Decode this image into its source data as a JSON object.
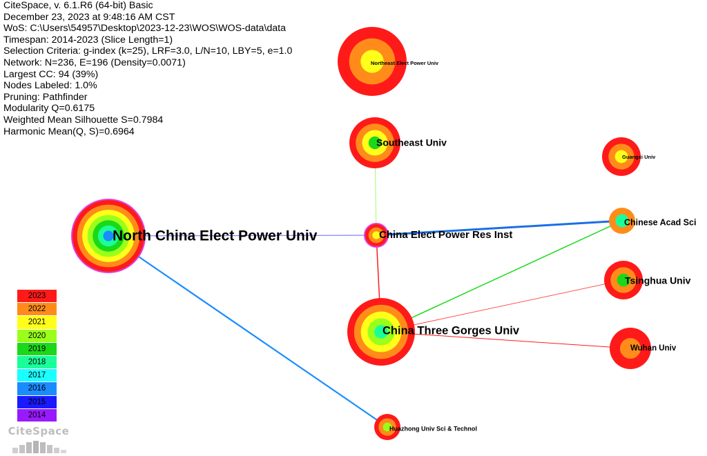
{
  "info_lines": [
    "CiteSpace, v. 6.1.R6 (64-bit) Basic",
    "December 23, 2023 at 9:48:16 AM CST",
    "WoS: C:\\Users\\54957\\Desktop\\2023-12-23\\WOS\\WOS-data\\data",
    "Timespan: 2014-2023 (Slice Length=1)",
    "Selection Criteria: g-index (k=25), LRF=3.0, L/N=10, LBY=5, e=1.0",
    "Network: N=236, E=196 (Density=0.0071)",
    "Largest CC: 94 (39%)",
    "Nodes Labeled: 1.0%",
    "Pruning: Pathfinder",
    "Modularity Q=0.6175",
    "Weighted Mean Silhouette S=0.7984",
    "Harmonic Mean(Q, S)=0.6964"
  ],
  "legend": [
    {
      "year": "2023",
      "color": "#ff1a1a"
    },
    {
      "year": "2022",
      "color": "#ff8c1a"
    },
    {
      "year": "2021",
      "color": "#ffff1a"
    },
    {
      "year": "2020",
      "color": "#9aff1a"
    },
    {
      "year": "2019",
      "color": "#1ad91a"
    },
    {
      "year": "2018",
      "color": "#1aff9a"
    },
    {
      "year": "2017",
      "color": "#1affff"
    },
    {
      "year": "2016",
      "color": "#1a8cff"
    },
    {
      "year": "2015",
      "color": "#1a1aff"
    },
    {
      "year": "2014",
      "color": "#9a1aff"
    }
  ],
  "logo_text": "CiteSpace",
  "nodes": [
    {
      "id": "ncepu",
      "label": "North China Elect Power Univ",
      "rings": [
        "#ff1a1a",
        "#ff8c1a",
        "#ffff1a",
        "#9aff1a",
        "#1ad91a",
        "#1aff9a",
        "#1a8cff"
      ],
      "border": "#e040e0"
    },
    {
      "id": "neepu",
      "label": "Northeast Elect Power Univ",
      "rings": [
        "#ff1a1a",
        "#ff8c1a",
        "#ffff1a"
      ],
      "border": ""
    },
    {
      "id": "seu",
      "label": "Southeast Univ",
      "rings": [
        "#ff1a1a",
        "#ff8c1a",
        "#ffff1a",
        "#1ad91a"
      ],
      "border": ""
    },
    {
      "id": "gxu",
      "label": "Guangxi Univ",
      "rings": [
        "#ff1a1a",
        "#ff8c1a",
        "#ffff1a"
      ],
      "border": ""
    },
    {
      "id": "cepri",
      "label": "China Elect Power Res Inst",
      "rings": [
        "#ff1a1a",
        "#ff8c1a",
        "#ffff1a"
      ],
      "border": "#e040e0"
    },
    {
      "id": "cas",
      "label": "Chinese Acad Sci",
      "rings": [
        "#ff8c1a",
        "#1aff9a"
      ],
      "border": ""
    },
    {
      "id": "thu",
      "label": "Tsinghua Univ",
      "rings": [
        "#ff1a1a",
        "#ff8c1a",
        "#1ad91a"
      ],
      "border": ""
    },
    {
      "id": "ctgu",
      "label": "China Three Gorges Univ",
      "rings": [
        "#ff1a1a",
        "#ff8c1a",
        "#ffff1a",
        "#9aff1a",
        "#1aff9a"
      ],
      "border": ""
    },
    {
      "id": "whu",
      "label": "Wuhan Univ",
      "rings": [
        "#ff1a1a",
        "#ff8c1a"
      ],
      "border": ""
    },
    {
      "id": "hust",
      "label": "Huazhong Univ Sci & Technol",
      "rings": [
        "#ff1a1a",
        "#ff8c1a",
        "#9aff1a"
      ],
      "border": ""
    }
  ],
  "links": [
    {
      "from": "ncepu",
      "to": "cepri",
      "color": "#8080ff"
    },
    {
      "from": "ncepu",
      "to": "hust",
      "color": "#1a8cff"
    },
    {
      "from": "seu",
      "to": "cepri",
      "color": "#9aff6a"
    },
    {
      "from": "cepri",
      "to": "cas",
      "color": "#1a6ee6"
    },
    {
      "from": "cepri",
      "to": "ctgu",
      "color": "#ff1a1a"
    },
    {
      "from": "ctgu",
      "to": "cas",
      "color": "#1ad91a"
    },
    {
      "from": "ctgu",
      "to": "thu",
      "color": "#ff5050"
    },
    {
      "from": "ctgu",
      "to": "whu",
      "color": "#ff1a1a"
    }
  ]
}
